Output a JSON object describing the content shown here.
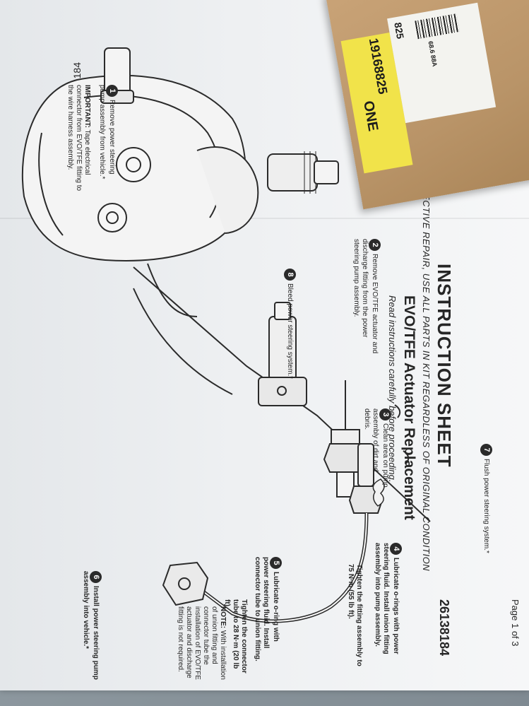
{
  "box": {
    "part_label": "19168825",
    "short_code": "825",
    "quantity_label": "ONE",
    "label_code": "68.6 88A"
  },
  "sheet": {
    "part_stub": "184",
    "title": "INSTRUCTION SHEET",
    "subheading": "EFFECTIVE REPAIR, USE ALL PARTS IN KIT REGARDLESS OF ORIGINAL CONDITION",
    "subtitle": "EVO/TFE Actuator Replacement",
    "read_note": "Read instructions carefully before proceeding.",
    "page_indicator": "Page 1 of 3",
    "part_number": "26138184"
  },
  "steps": [
    {
      "number": "1",
      "text": "Remove power steering pump assembly from vehicle.*"
    },
    {
      "number": "2",
      "text": "Remove EVO/TFE actuator and discharge fitting from the power steering pump assembly."
    },
    {
      "number": "3",
      "text": "Clean area on pump assembly of dirt and debris."
    },
    {
      "number": "4",
      "text": "Lubricate o-rings with power steering fluid. Install union fitting assembly into pump assembly."
    },
    {
      "number": "5",
      "text": "Lubricate o-ring with power steering fluid. Install connector tube to union fitting."
    },
    {
      "number": "6",
      "text": "Install power steering pump assembly into vehicle.*"
    },
    {
      "number": "7",
      "text": "Flush power steering system.*"
    },
    {
      "number": "8",
      "text": "Bleed power steering system.*"
    }
  ],
  "notes": {
    "important_label": "IMPORTANT:",
    "important_text": "Tape electrical connector from EVO/TFE fitting to the wire harness assembly.",
    "torque_4": "Tighten the fitting assembly to 75 N·m (55 lb ft).",
    "torque_5": "Tighten the connector tube to 28 N·m (20 lb ft).",
    "note_label": "NOTE:",
    "note_text": "With installation of union fitting and connector tube the installation of EVO/TFE actuator and discharge fitting is not required."
  },
  "colors": {
    "paper": "#f2f3f5",
    "ink": "#262626",
    "box": "#bf9a6d",
    "label_yellow": "#f1e34a",
    "desk": "#8f9aa1"
  }
}
